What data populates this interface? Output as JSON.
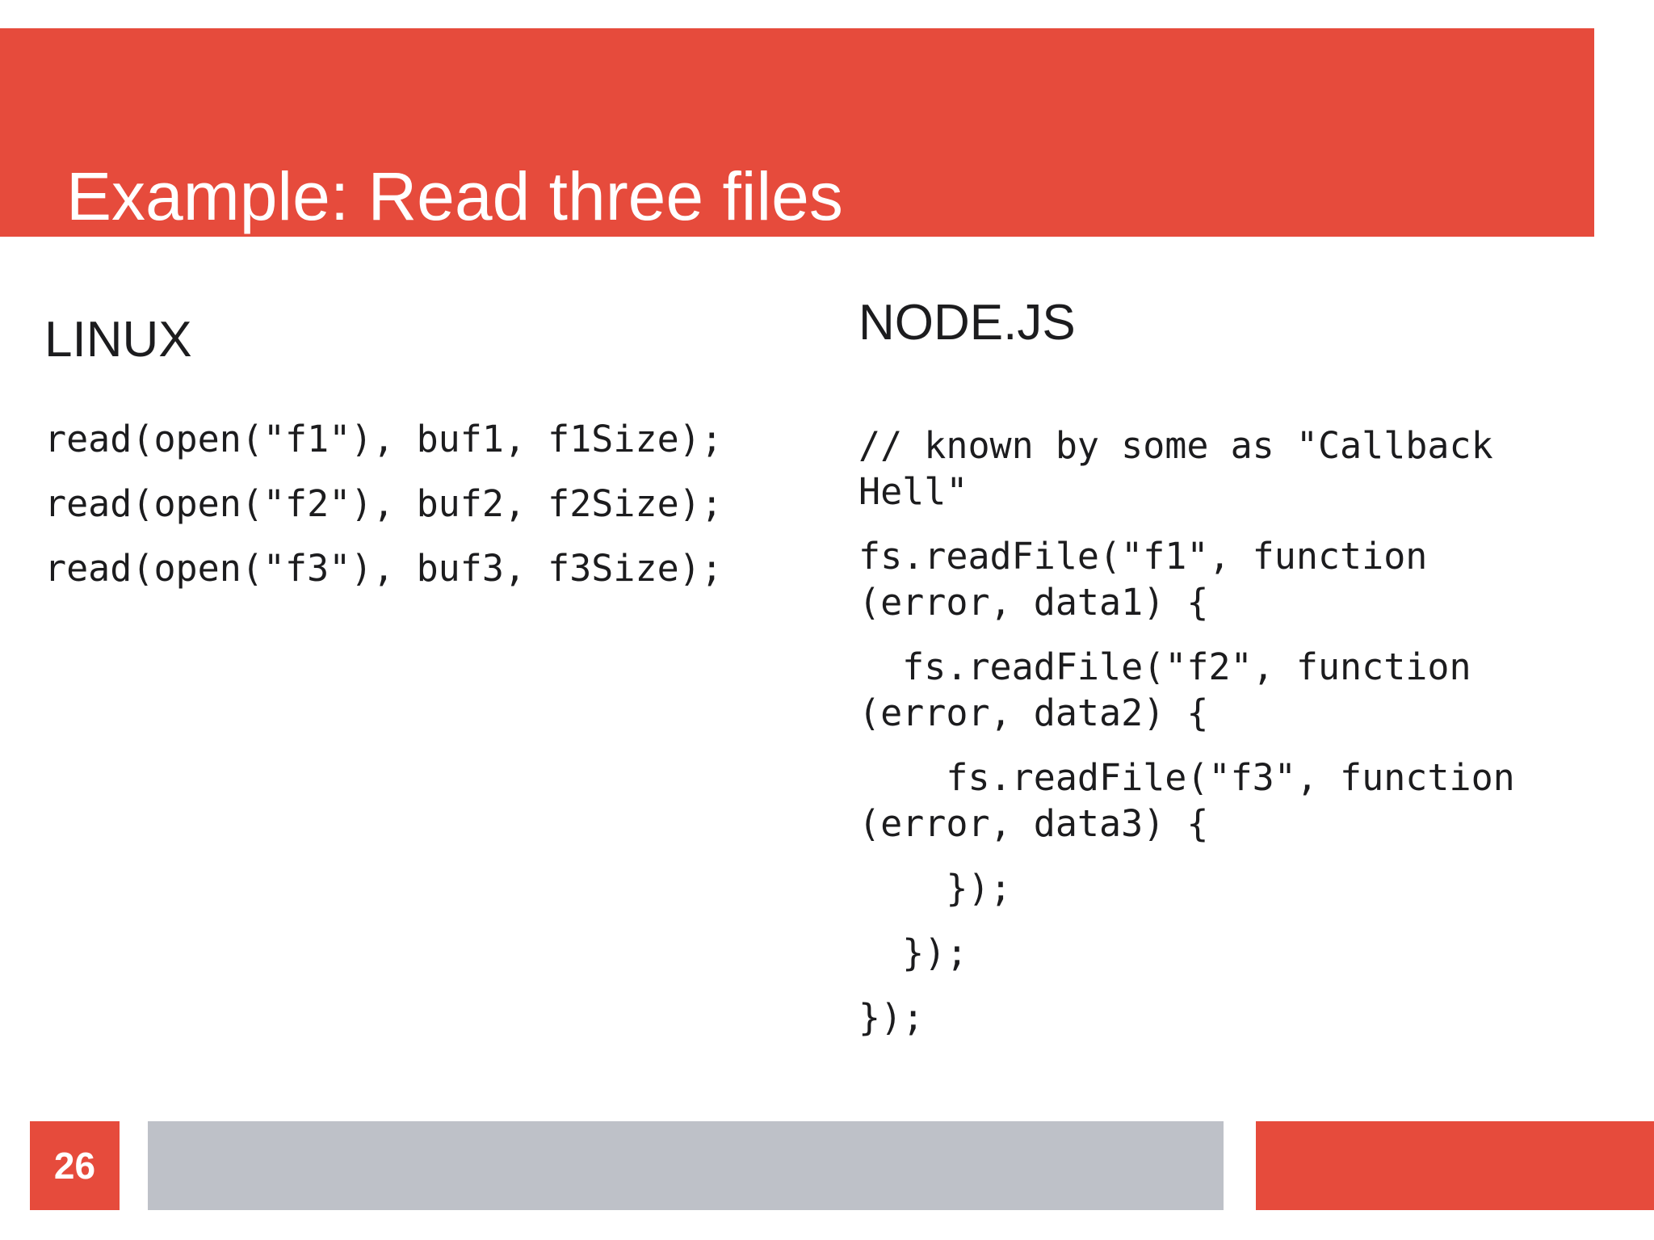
{
  "slide": {
    "title": "Example: Read three files",
    "page_number": "26"
  },
  "colors": {
    "accent_red": "#e64b3c",
    "footer_gray": "#bec1c8",
    "text_dark": "#1c1c1e",
    "title_text": "#ffffff"
  },
  "columns": {
    "linux": {
      "heading": "LINUX",
      "code_lines": [
        "read(open(\"f1\"), buf1, f1Size);",
        "read(open(\"f2\"), buf2, f2Size);",
        "read(open(\"f3\"), buf3, f3Size);"
      ]
    },
    "node": {
      "heading": "NODE.JS",
      "code_paragraphs": [
        [
          "// known by some as \"Callback",
          "Hell\""
        ],
        [
          "fs.readFile(\"f1\", function",
          "(error, data1) {"
        ],
        [
          "  fs.readFile(\"f2\", function",
          "(error, data2) {"
        ],
        [
          "    fs.readFile(\"f3\", function",
          "(error, data3) {"
        ],
        [
          "    });"
        ],
        [
          "  });"
        ],
        [
          "});"
        ]
      ]
    }
  }
}
